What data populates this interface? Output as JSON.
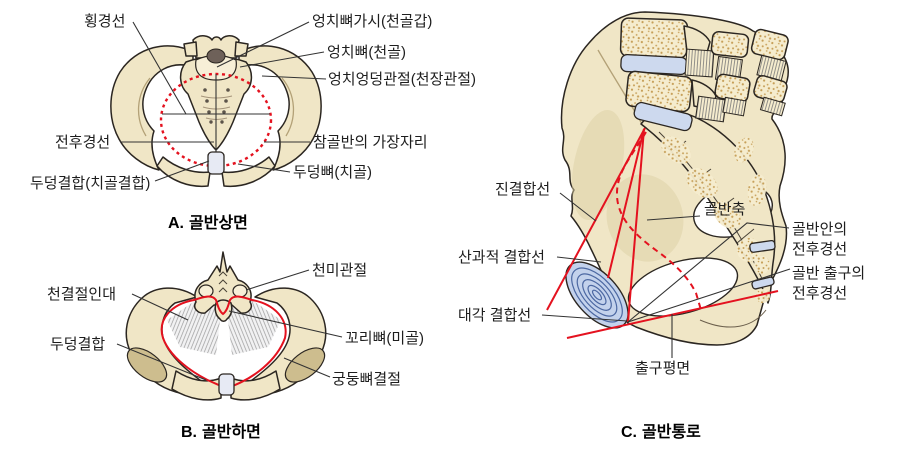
{
  "colors": {
    "accent_red": "#e4121f",
    "bone": "#f0e6c6",
    "bone_light": "#f7efd7",
    "bone_shadow": "#dccfa3",
    "bone_shadow2": "#cdbd8e",
    "bone_ridge": "#b3a177",
    "disc_blue": "#cdd9ee",
    "symphysis_blue": "#c3d2ec",
    "outline": "#2b2621",
    "speckle": "#c59d55",
    "label": "#1e1e1e"
  },
  "panels": {
    "a": {
      "caption_letter": "A.",
      "caption_text": "골반상면",
      "labels": {
        "transverse_line": "횡경선",
        "sacral_promontory": "엉치뼈가시(천골갑)",
        "sacrum": "엉치뼈(천골)",
        "sacroiliac_joint": "엉치엉덩관절(천장관절)",
        "ap_line": "전후경선",
        "true_pelvis_brim": "참골반의 가장자리",
        "pubic_symphysis": "두덩결합(치골결합)",
        "pubic_bone": "두덩뼈(치골)"
      }
    },
    "b": {
      "caption_letter": "B.",
      "caption_text": "골반하면",
      "labels": {
        "sacrotuberous_ligament": "천결절인대",
        "pubic_symphysis": "두덩결합",
        "sacrococcygeal_joint": "천미관절",
        "coccyx": "꼬리뼈(미골)",
        "ischial_tuberosity": "궁둥뼈결절"
      }
    },
    "c": {
      "caption_letter": "C.",
      "caption_text": "골반통로",
      "labels": {
        "true_conjugate": "진결합선",
        "obstetric_conjugate": "산과적 결합선",
        "diagonal_conjugate": "대각 결합선",
        "pelvic_axis": "골반축",
        "ap_inside_line1": "골반안의",
        "ap_inside_line2": "전후경선",
        "ap_outlet_line1": "골반 출구의",
        "ap_outlet_line2": "전후경선",
        "outlet_plane": "출구평면"
      }
    }
  }
}
